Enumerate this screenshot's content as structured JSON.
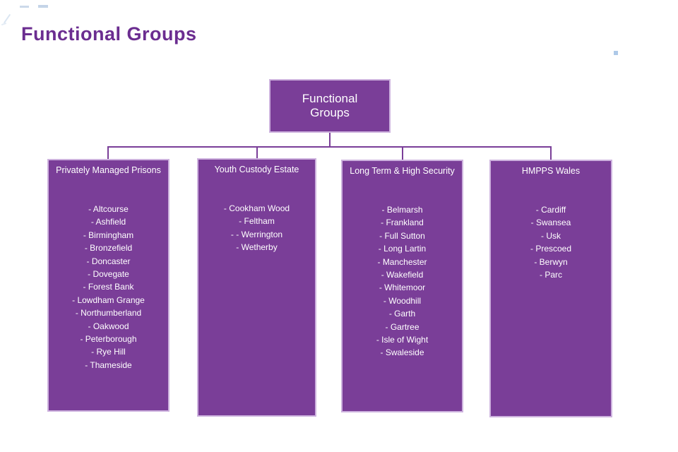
{
  "title": "Functional Groups",
  "chart": {
    "root": {
      "label": "Functional Groups"
    },
    "groups": [
      {
        "title": "Privately Managed Prisons",
        "items": [
          "- Altcourse",
          "- Ashfield",
          "- Birmingham",
          "- Bronzefield",
          "- Doncaster",
          "- Dovegate",
          "- Forest Bank",
          "- Lowdham Grange",
          "- Northumberland",
          "- Oakwood",
          "- Peterborough",
          "- Rye Hill",
          "- Thameside"
        ]
      },
      {
        "title": "Youth Custody Estate",
        "items": [
          "- Cookham Wood",
          "- Feltham",
          "- - Werrington",
          "- Wetherby"
        ]
      },
      {
        "title": "Long Term & High Security",
        "items": [
          "- Belmarsh",
          "- Frankland",
          "- Full Sutton",
          "- Long Lartin",
          "- Manchester",
          "- Wakefield",
          "- Whitemoor",
          "- Woodhill",
          "- Garth",
          "- Gartree",
          "- Isle of Wight",
          "- Swaleside"
        ]
      },
      {
        "title": "HMPPS Wales",
        "items": [
          "- Cardiff",
          "- Swansea",
          "- Usk",
          "- Prescoed",
          "- Berwyn",
          "- Parc"
        ]
      }
    ]
  },
  "colors": {
    "box_fill": "#7a3e98",
    "box_border": "#cdb2de",
    "line": "#7a3e98",
    "title_text": "#6b2d90",
    "box_text": "#ffffff"
  }
}
